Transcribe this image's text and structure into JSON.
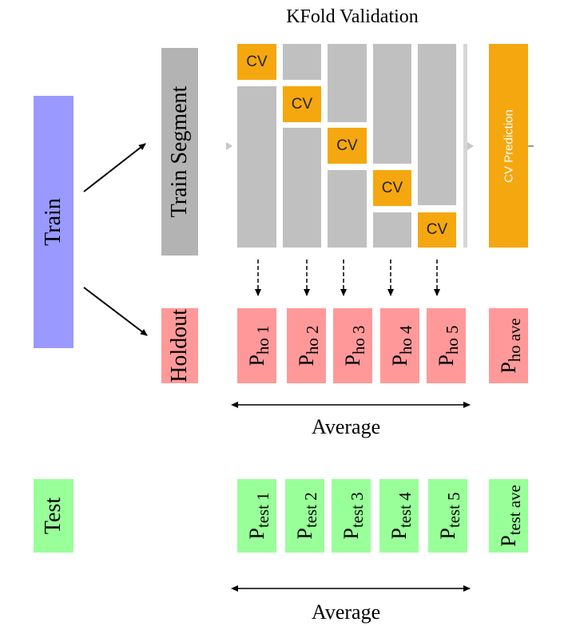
{
  "title": "KFold Validation",
  "train_label": "Train",
  "test_label": "Test",
  "train_segment_label": "Train Segment",
  "holdout_label": "Holdout",
  "cv_label": "CV",
  "cv_prediction_label": "CV Prediction",
  "holdout_predictions": [
    {
      "base": "P",
      "sub": "ho 1"
    },
    {
      "base": "P",
      "sub": "ho 2"
    },
    {
      "base": "P",
      "sub": "ho 3"
    },
    {
      "base": "P",
      "sub": "ho 4"
    },
    {
      "base": "P",
      "sub": "ho 5"
    }
  ],
  "holdout_average": {
    "base": "P",
    "sub": "ho ave"
  },
  "test_predictions": [
    {
      "base": "P",
      "sub": "test 1"
    },
    {
      "base": "P",
      "sub": "test 2"
    },
    {
      "base": "P",
      "sub": "test 3"
    },
    {
      "base": "P",
      "sub": "test 4"
    },
    {
      "base": "P",
      "sub": "test 5"
    }
  ],
  "test_average": {
    "base": "P",
    "sub": "test ave"
  },
  "average_label_holdout": "Average",
  "average_label_test": "Average",
  "colors": {
    "train": "#9999ff",
    "test": "#99ff99",
    "holdout": "#ff9999",
    "segment": "#b3b3b3",
    "fold_gray": "#c0c0c0",
    "cv_orange": "#f5a70f"
  }
}
